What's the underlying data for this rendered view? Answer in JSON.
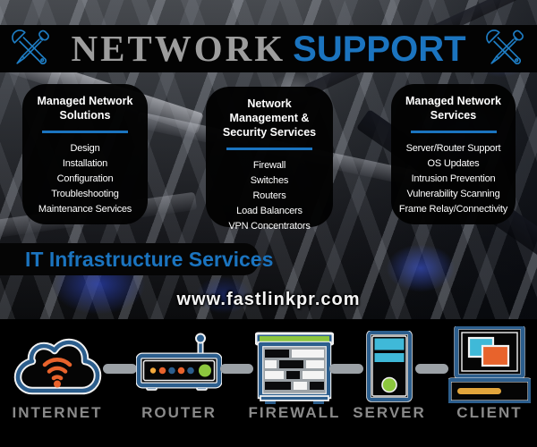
{
  "header": {
    "title_primary": "NETWORK",
    "title_accent": "SUPPORT"
  },
  "service_boxes": [
    {
      "title": "Managed Network Solutions",
      "items": [
        "Design",
        "Installation",
        "Configuration",
        "Troubleshooting",
        "Maintenance Services"
      ]
    },
    {
      "title": "Network Management & Security Services",
      "items": [
        "Firewall",
        "Switches",
        "Routers",
        "Load Balancers",
        "VPN Concentrators"
      ]
    },
    {
      "title": "Managed Network Services",
      "items": [
        "Server/Router Support",
        "OS Updates",
        "Intrusion Prevention",
        "Vulnerability Scanning",
        "Frame Relay/Connectivity"
      ]
    }
  ],
  "banner": {
    "label": "IT Infrastructure Services"
  },
  "website": {
    "url": "www.fastlinkpr.com"
  },
  "diagram": {
    "nodes": [
      {
        "label": "INTERNET",
        "icon": "cloud-wifi-icon"
      },
      {
        "label": "ROUTER",
        "icon": "router-icon"
      },
      {
        "label": "FIREWALL",
        "icon": "firewall-icon"
      },
      {
        "label": "SERVER",
        "icon": "server-icon"
      },
      {
        "label": "CLIENT",
        "icon": "client-icon"
      }
    ]
  },
  "colors": {
    "accent_blue": "#1b74bf",
    "tool_blue": "#1e7dc4",
    "title_gray": "#9d9d9d",
    "icon_blue": "#2c5e8d",
    "orange": "#e8632c",
    "amber": "#f2a83b",
    "green": "#8cc63e",
    "cyan": "#3fb9d8",
    "label_gray": "#8a8a8a",
    "connector_gray": "#9ba1a6"
  }
}
